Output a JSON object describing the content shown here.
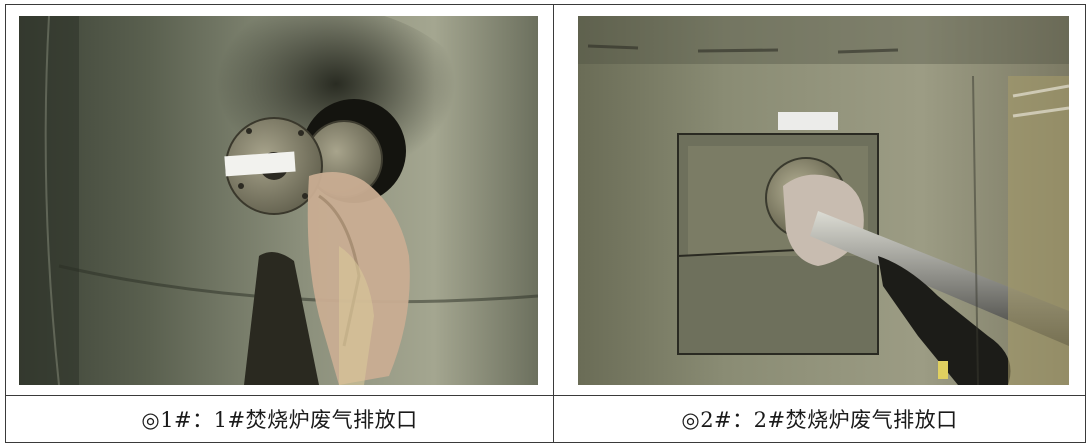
{
  "photos": [
    {
      "label": "1#焚烧炉废气排放口",
      "caption": "◎1#：1#焚烧炉废气排放口",
      "icon": "flange-with-cloth-photo"
    },
    {
      "label": "2#焚烧炉废气排放口",
      "caption": "◎2#：2#焚烧炉废气排放口",
      "icon": "flange-with-sampling-probe-photo"
    }
  ]
}
